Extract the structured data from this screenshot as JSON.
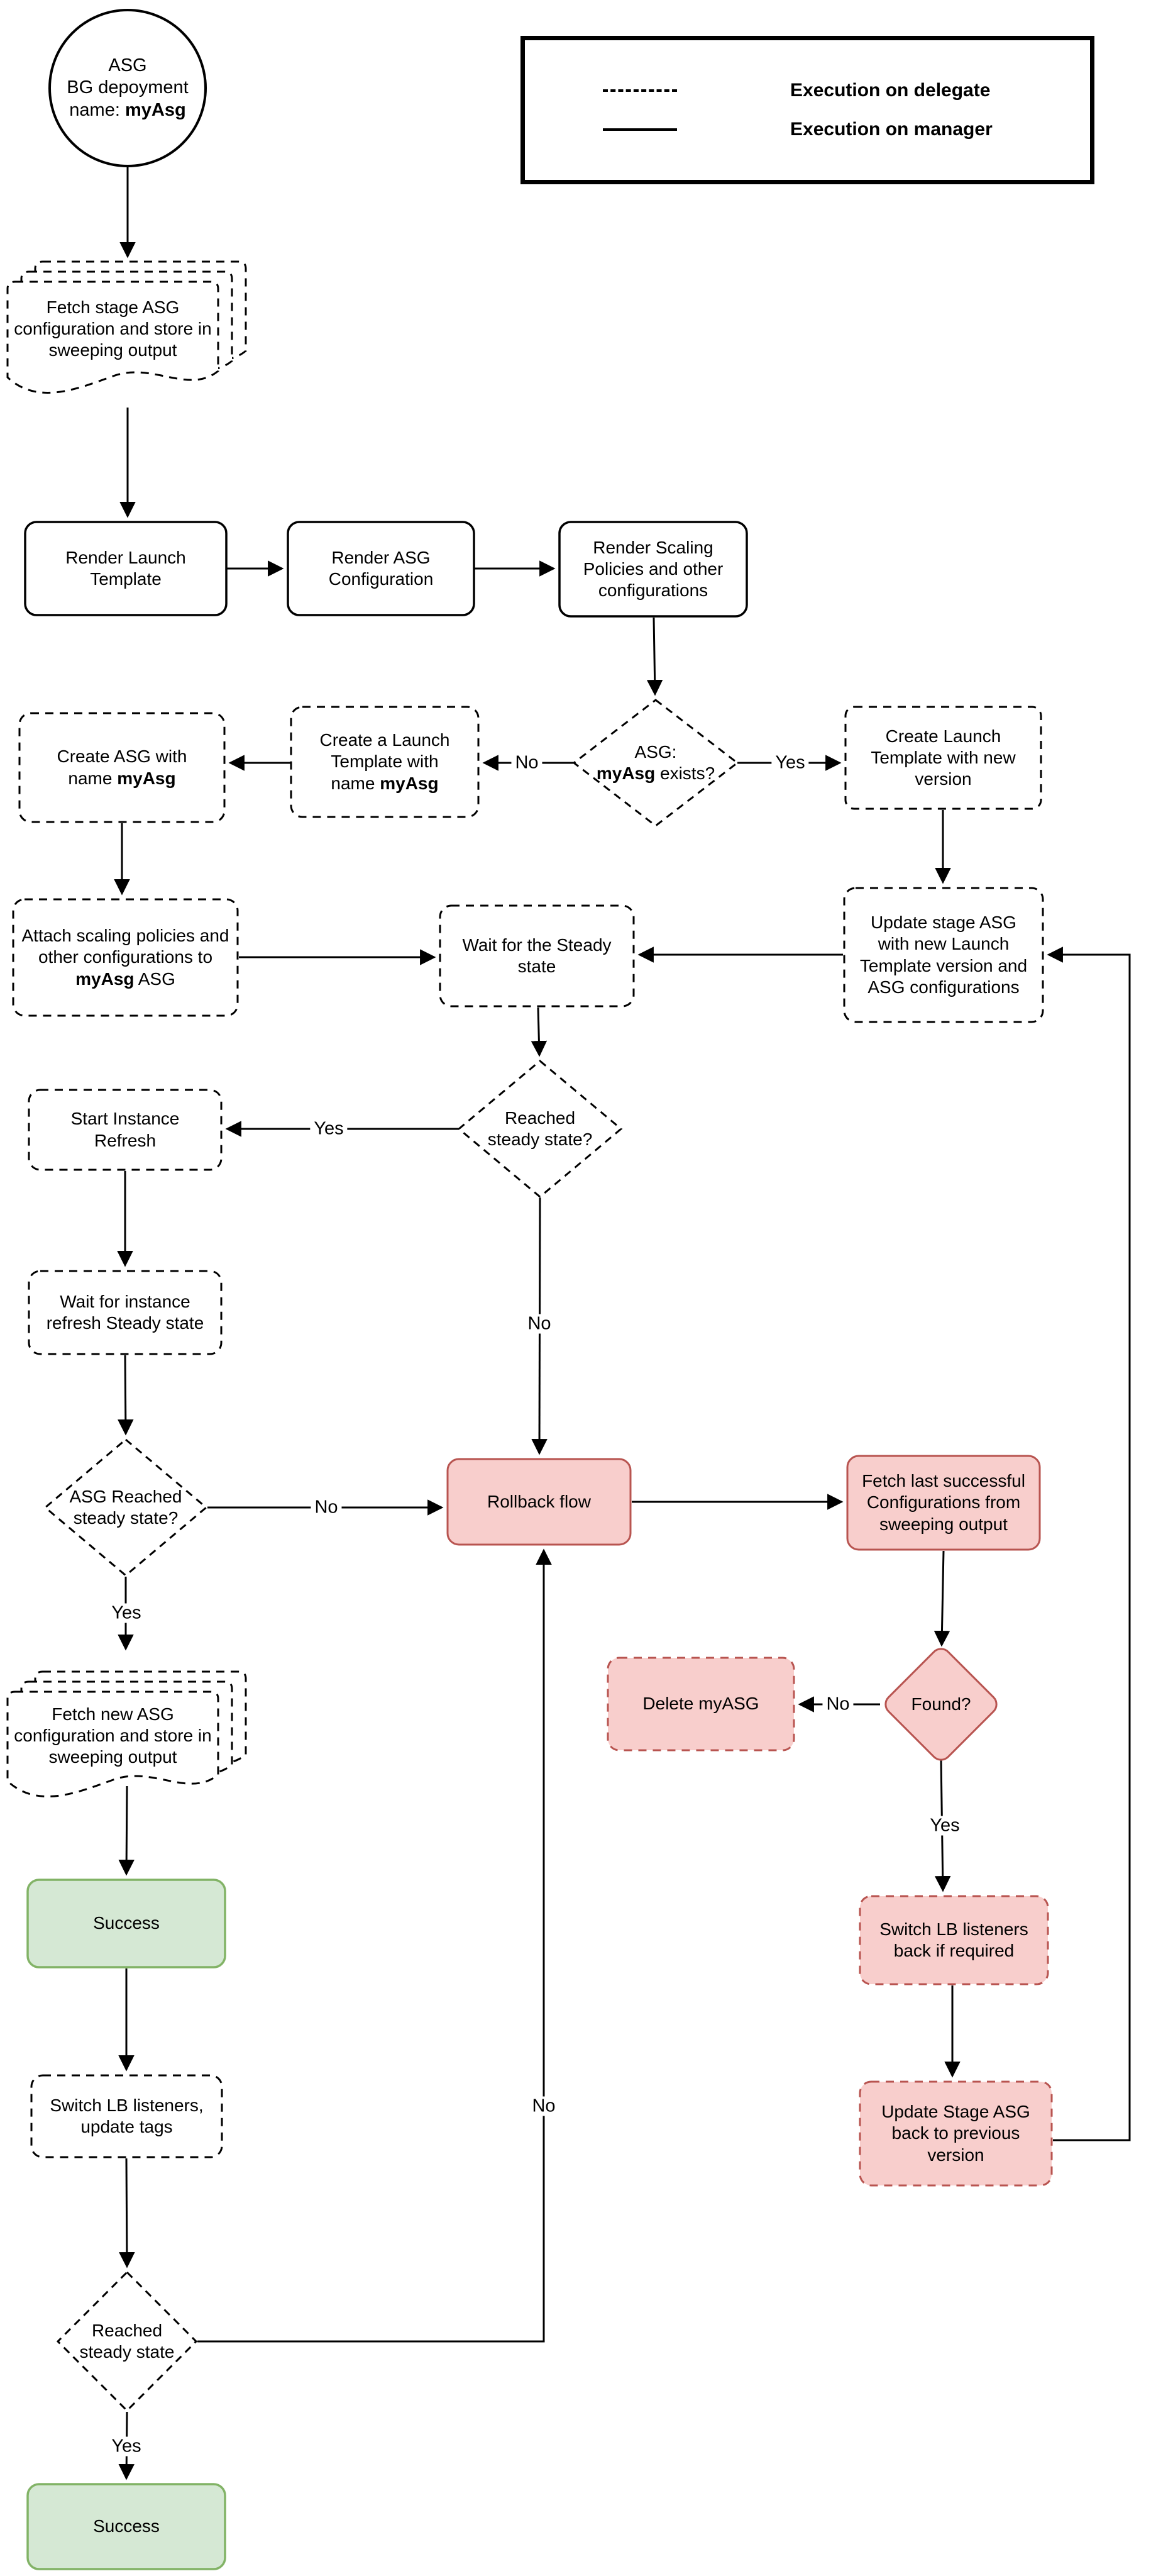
{
  "colors": {
    "danger_fill": "#f8cecc",
    "danger_stroke": "#b85450",
    "success_fill": "#d5e8d4",
    "success_stroke": "#82b366",
    "line": "#000000"
  },
  "legend": {
    "delegate_label": "Execution on delegate",
    "manager_label": "Execution on manager"
  },
  "start_circle": {
    "line1": "ASG",
    "line2": "BG depoyment",
    "line3_prefix": "name: ",
    "line3_bold": "myAsg"
  },
  "nodes": {
    "fetch_stage": "Fetch stage ASG configuration and store in sweeping output",
    "render_launch": "Render Launch Template",
    "render_asg_config": "Render ASG Configuration",
    "render_scaling": "Render Scaling Policies and other configurations",
    "asg_exists_line1": "ASG:",
    "asg_exists_bold": "myAsg",
    "asg_exists_suffix": " exists?",
    "create_lt_prefix": "Create a Launch Template with name ",
    "create_lt_bold": "myAsg",
    "create_asg_prefix": "Create ASG with name ",
    "create_asg_bold": "myAsg",
    "create_lt_new": "Create Launch Template with new version",
    "attach_prefix": "Attach scaling policies and other configurations to ",
    "attach_bold": "myAsg",
    "attach_suffix": " ASG",
    "wait_steady": "Wait for the Steady state",
    "update_stage": "Update stage ASG with new Launch Template version and ASG configurations",
    "reached_steady_q": "Reached steady state?",
    "start_instance_refresh": "Start Instance Refresh",
    "wait_instance_refresh": "Wait for instance refresh Steady state",
    "asg_reached_q": "ASG Reached steady state?",
    "rollback": "Rollback flow",
    "fetch_last": "Fetch last successful Configurations from sweeping output",
    "found_q": "Found?",
    "delete_asg": "Delete myASG",
    "switch_lb_back": "Switch LB listeners back if required",
    "update_stage_back": "Update Stage ASG back to previous version",
    "fetch_new": "Fetch new ASG configuration and store in sweeping output",
    "success_main": "Success",
    "switch_lb_update_tags": "Switch LB listeners, update tags",
    "reached_steady_final": "Reached steady state",
    "success_final": "Success"
  },
  "edge_labels": {
    "asg_exists_no": "No",
    "asg_exists_yes": "Yes",
    "reached_steady_yes": "Yes",
    "reached_steady_no": "No",
    "asg_reached_no": "No",
    "asg_reached_yes": "Yes",
    "found_no": "No",
    "found_yes": "Yes",
    "final_yes": "Yes",
    "final_no": "No"
  }
}
